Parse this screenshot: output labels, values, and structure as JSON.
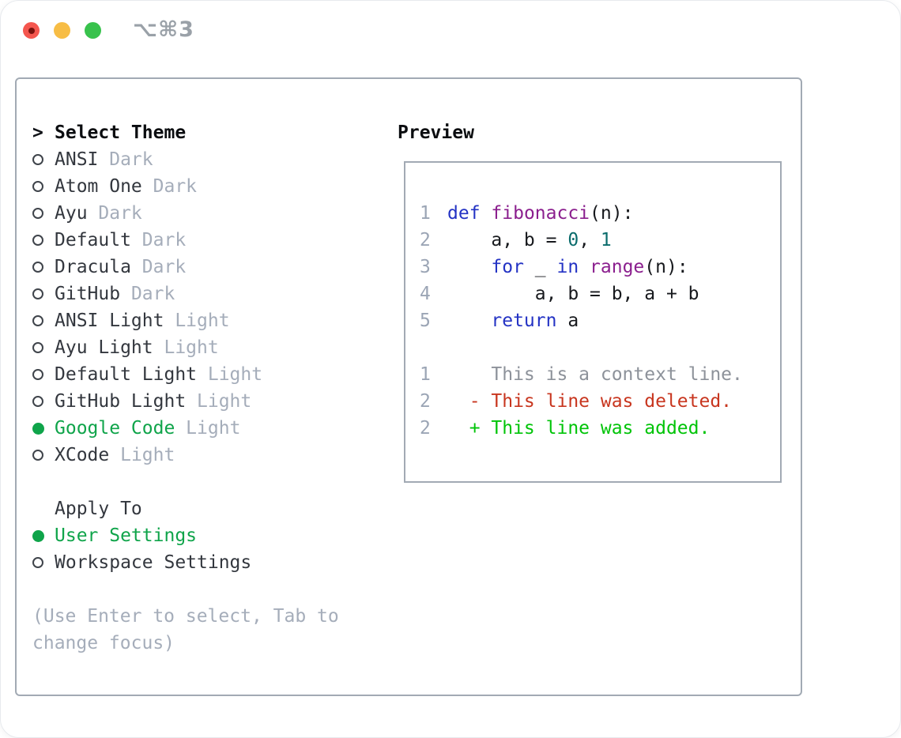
{
  "window": {
    "title": "⌥⌘3"
  },
  "theme_panel": {
    "header": {
      "marker": ">",
      "label": "Select Theme"
    },
    "themes": [
      {
        "name": "ANSI",
        "variant": "Dark",
        "selected": false
      },
      {
        "name": "Atom One",
        "variant": "Dark",
        "selected": false
      },
      {
        "name": "Ayu",
        "variant": "Dark",
        "selected": false
      },
      {
        "name": "Default",
        "variant": "Dark",
        "selected": false
      },
      {
        "name": "Dracula",
        "variant": "Dark",
        "selected": false
      },
      {
        "name": "GitHub",
        "variant": "Dark",
        "selected": false
      },
      {
        "name": "ANSI Light",
        "variant": "Light",
        "selected": false
      },
      {
        "name": "Ayu Light",
        "variant": "Light",
        "selected": false
      },
      {
        "name": "Default Light",
        "variant": "Light",
        "selected": false
      },
      {
        "name": "GitHub Light",
        "variant": "Light",
        "selected": false
      },
      {
        "name": "Google Code",
        "variant": "Light",
        "selected": true
      },
      {
        "name": "XCode",
        "variant": "Light",
        "selected": false
      }
    ],
    "apply_to": {
      "label": "Apply To",
      "options": [
        {
          "name": "User Settings",
          "selected": true
        },
        {
          "name": "Workspace Settings",
          "selected": false
        }
      ]
    },
    "hint_lines": [
      "(Use Enter to select, Tab to",
      "change focus)"
    ]
  },
  "preview": {
    "title": "Preview",
    "code_lines": [
      {
        "num": "1",
        "tokens": [
          {
            "t": "kwd",
            "s": "def"
          },
          {
            "t": "plain",
            "s": " "
          },
          {
            "t": "fn",
            "s": "fibonacci"
          },
          {
            "t": "plain",
            "s": "(n):"
          }
        ]
      },
      {
        "num": "2",
        "tokens": [
          {
            "t": "plain",
            "s": "    a, b = "
          },
          {
            "t": "num",
            "s": "0"
          },
          {
            "t": "plain",
            "s": ", "
          },
          {
            "t": "num",
            "s": "1"
          }
        ]
      },
      {
        "num": "3",
        "tokens": [
          {
            "t": "plain",
            "s": "    "
          },
          {
            "t": "kwd",
            "s": "for"
          },
          {
            "t": "plain",
            "s": " _ "
          },
          {
            "t": "kwd",
            "s": "in"
          },
          {
            "t": "plain",
            "s": " "
          },
          {
            "t": "fn",
            "s": "range"
          },
          {
            "t": "plain",
            "s": "(n):"
          }
        ]
      },
      {
        "num": "4",
        "tokens": [
          {
            "t": "plain",
            "s": "        a, b = b, a + b"
          }
        ]
      },
      {
        "num": "5",
        "tokens": [
          {
            "t": "plain",
            "s": "    "
          },
          {
            "t": "kwd",
            "s": "return"
          },
          {
            "t": "plain",
            "s": " a"
          }
        ]
      }
    ],
    "diff_lines": [
      {
        "num": "1",
        "type": "context",
        "text": "    This is a context line."
      },
      {
        "num": "2",
        "type": "deleted",
        "text": "  - This line was deleted."
      },
      {
        "num": "2",
        "type": "added",
        "text": "  + This line was added."
      }
    ]
  },
  "colors": {
    "accent_green": "#0fa44a",
    "diff_added": "#00c408",
    "diff_deleted": "#c8361f",
    "diff_context": "#8d929a",
    "keyword_blue": "#2433c4",
    "function_purple": "#8b1f8e",
    "number_teal": "#0b6c6c",
    "code_plain": "#17191d",
    "text_dark": "#33373e",
    "muted_gray": "#a5adba",
    "line_number": "#9ba5b5",
    "border_gray": "#a2aab4",
    "traffic_red": "#f4564e",
    "traffic_yellow": "#f7bd45",
    "traffic_green": "#38c24c",
    "title_gray": "#9aa1a8"
  }
}
